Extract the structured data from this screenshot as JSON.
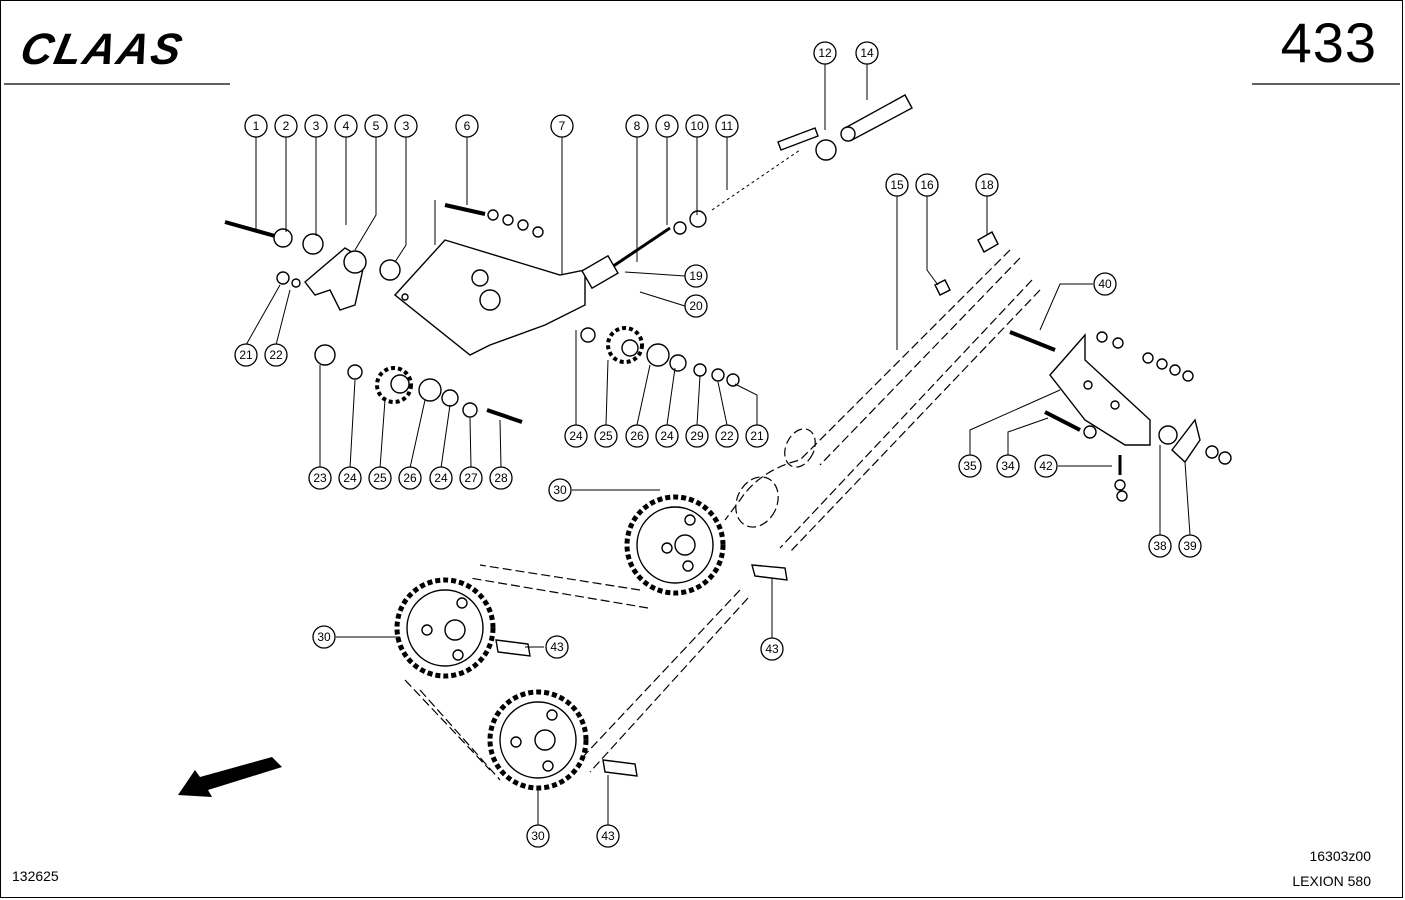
{
  "header": {
    "brand": "CLAAS",
    "page_number": "433"
  },
  "footer": {
    "doc_id": "132625",
    "drawing_code": "16303z00",
    "model": "LEXION 580"
  },
  "callouts": [
    {
      "id": "c1",
      "text": "1"
    },
    {
      "id": "c2",
      "text": "2"
    },
    {
      "id": "c3a",
      "text": "3"
    },
    {
      "id": "c4",
      "text": "4"
    },
    {
      "id": "c5",
      "text": "5"
    },
    {
      "id": "c3b",
      "text": "3"
    },
    {
      "id": "c6",
      "text": "6"
    },
    {
      "id": "c7",
      "text": "7"
    },
    {
      "id": "c8",
      "text": "8"
    },
    {
      "id": "c9",
      "text": "9"
    },
    {
      "id": "c10",
      "text": "10"
    },
    {
      "id": "c11",
      "text": "11"
    },
    {
      "id": "c12",
      "text": "12"
    },
    {
      "id": "c14",
      "text": "14"
    },
    {
      "id": "c15",
      "text": "15"
    },
    {
      "id": "c16",
      "text": "16"
    },
    {
      "id": "c18",
      "text": "18"
    },
    {
      "id": "c19",
      "text": "19"
    },
    {
      "id": "c20",
      "text": "20"
    },
    {
      "id": "c21a",
      "text": "21"
    },
    {
      "id": "c22a",
      "text": "22"
    },
    {
      "id": "c40",
      "text": "40"
    },
    {
      "id": "c24a",
      "text": "24"
    },
    {
      "id": "c25a",
      "text": "25"
    },
    {
      "id": "c26a",
      "text": "26"
    },
    {
      "id": "c24b",
      "text": "24"
    },
    {
      "id": "c29",
      "text": "29"
    },
    {
      "id": "c22b",
      "text": "22"
    },
    {
      "id": "c21b",
      "text": "21"
    },
    {
      "id": "c23",
      "text": "23"
    },
    {
      "id": "c24c",
      "text": "24"
    },
    {
      "id": "c25b",
      "text": "25"
    },
    {
      "id": "c26b",
      "text": "26"
    },
    {
      "id": "c24d",
      "text": "24"
    },
    {
      "id": "c27",
      "text": "27"
    },
    {
      "id": "c28",
      "text": "28"
    },
    {
      "id": "c35",
      "text": "35"
    },
    {
      "id": "c34",
      "text": "34"
    },
    {
      "id": "c42",
      "text": "42"
    },
    {
      "id": "c30a",
      "text": "30"
    },
    {
      "id": "c38",
      "text": "38"
    },
    {
      "id": "c39",
      "text": "39"
    },
    {
      "id": "c30b",
      "text": "30"
    },
    {
      "id": "c43a",
      "text": "43"
    },
    {
      "id": "c43b",
      "text": "43"
    },
    {
      "id": "c30c",
      "text": "30"
    },
    {
      "id": "c43c",
      "text": "43"
    }
  ]
}
